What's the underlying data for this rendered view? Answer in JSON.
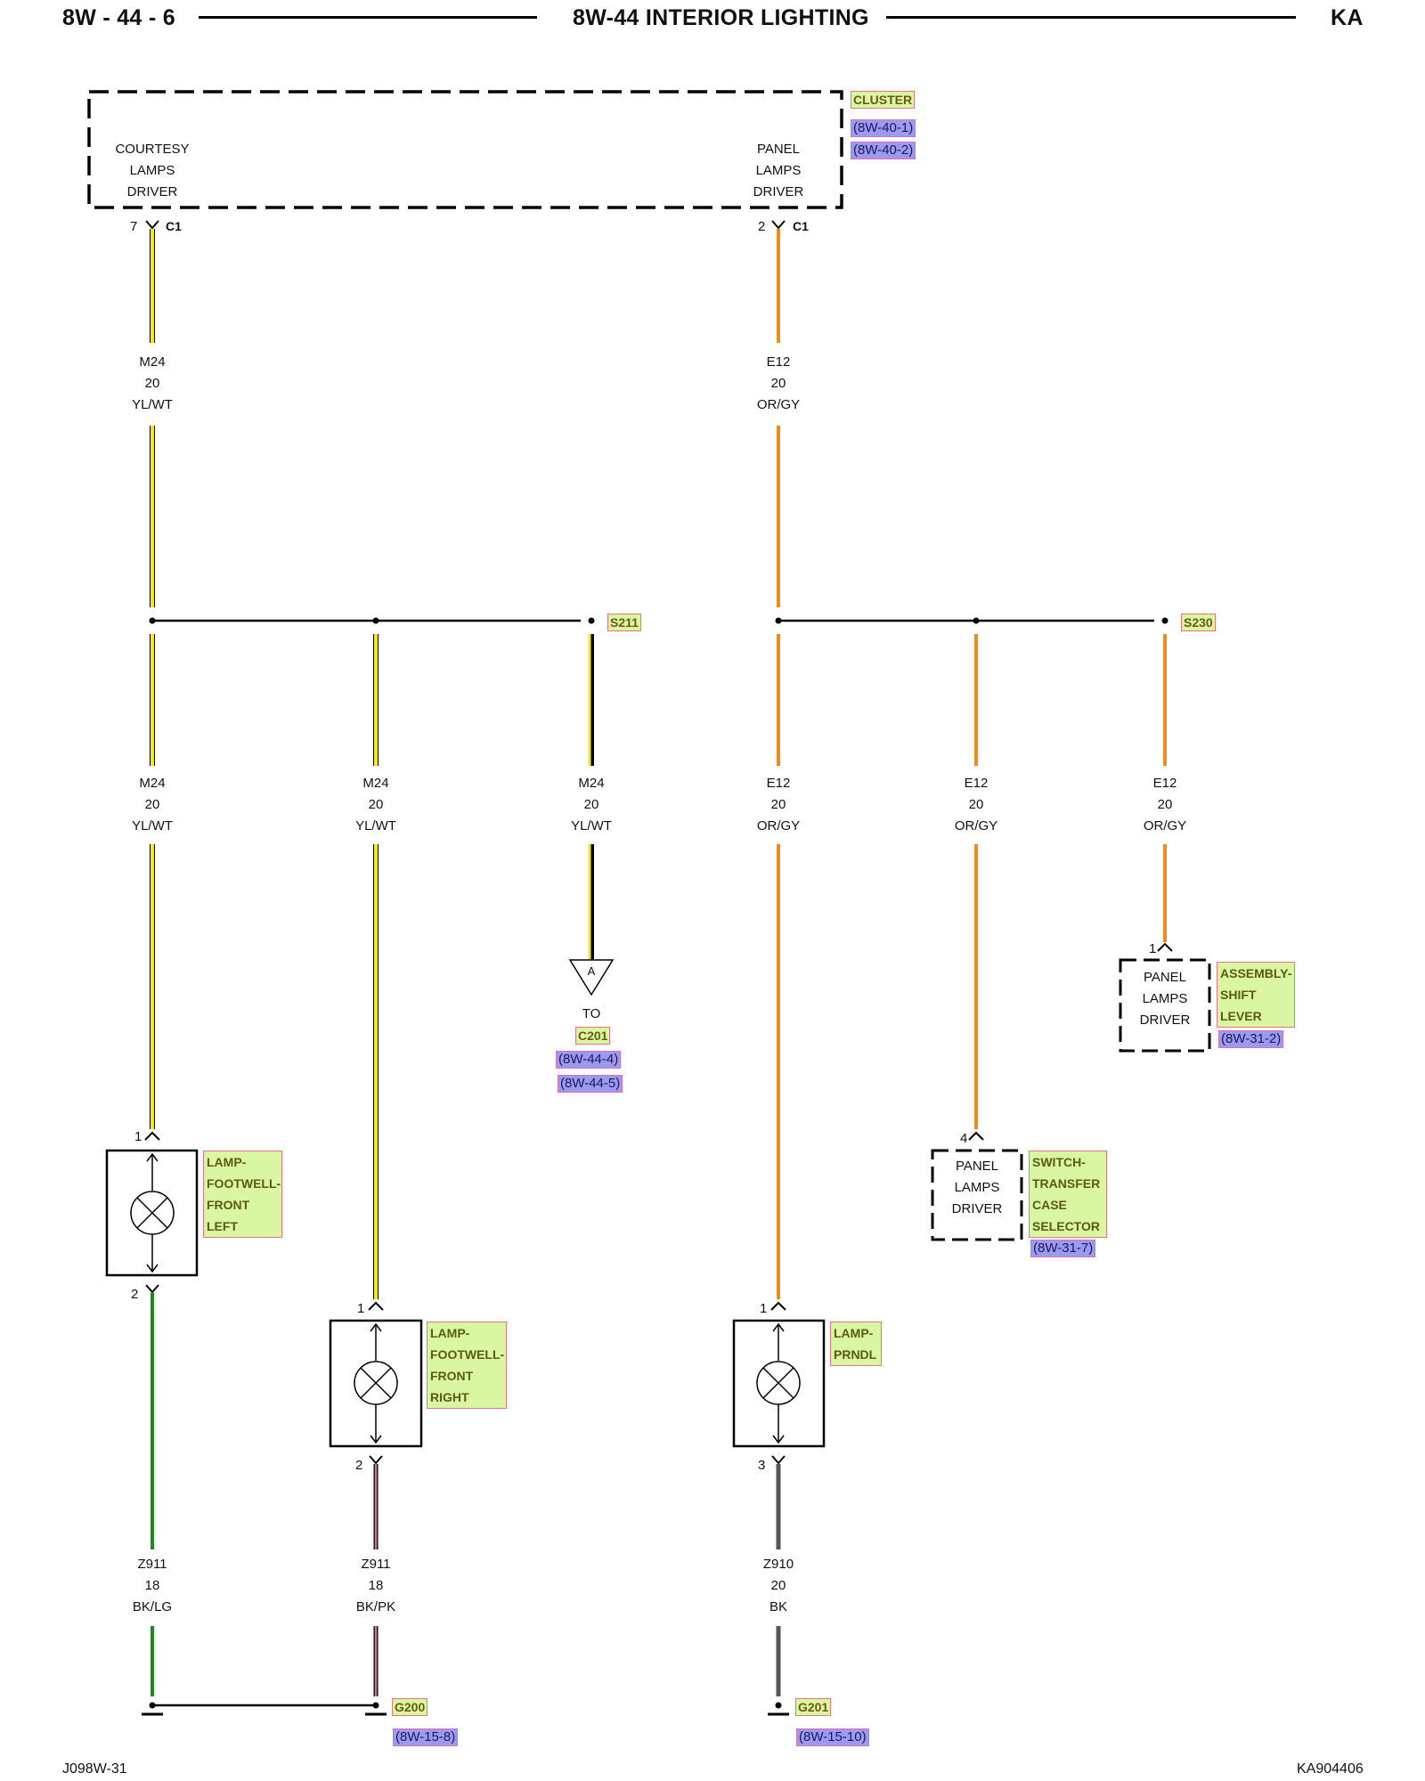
{
  "header": {
    "left": "8W - 44 - 6",
    "center": "8W-44 INTERIOR LIGHTING",
    "right": "KA"
  },
  "footer": {
    "left": "J098W-31",
    "right": "KA904406"
  },
  "cluster": {
    "name": "CLUSTER",
    "refs": [
      "(8W-40-1)",
      "(8W-40-2)"
    ],
    "courtesy": [
      "COURTESY",
      "LAMPS",
      "DRIVER"
    ],
    "panel": [
      "PANEL",
      "LAMPS",
      "DRIVER"
    ],
    "connector": "C1",
    "courtesy_pin": "7",
    "panel_pin": "2"
  },
  "wires": {
    "m24_top": [
      "M24",
      "20",
      "YL/WT"
    ],
    "e12_top": [
      "E12",
      "20",
      "OR/GY"
    ],
    "m24_a": [
      "M24",
      "20",
      "YL/WT"
    ],
    "m24_b": [
      "M24",
      "20",
      "YL/WT"
    ],
    "m24_c": [
      "M24",
      "20",
      "YL/WT"
    ],
    "e12_a": [
      "E12",
      "20",
      "OR/GY"
    ],
    "e12_b": [
      "E12",
      "20",
      "OR/GY"
    ],
    "e12_c": [
      "E12",
      "20",
      "OR/GY"
    ],
    "z911_lg": [
      "Z911",
      "18",
      "BK/LG"
    ],
    "z911_pk": [
      "Z911",
      "18",
      "BK/PK"
    ],
    "z910": [
      "Z910",
      "20",
      "BK"
    ]
  },
  "splices": {
    "s211": "S211",
    "s230": "S230"
  },
  "offpage": {
    "letter": "A",
    "to": "TO",
    "connector": "C201",
    "refs": [
      "(8W-44-4)",
      "(8W-44-5)"
    ]
  },
  "shift_lever": {
    "pin": "1",
    "text": [
      "PANEL",
      "LAMPS",
      "DRIVER"
    ],
    "name": [
      "ASSEMBLY-",
      "SHIFT",
      "LEVER"
    ],
    "ref": "(8W-31-2)"
  },
  "transfer_switch": {
    "pin": "4",
    "text": [
      "PANEL",
      "LAMPS",
      "DRIVER"
    ],
    "name": [
      "SWITCH-",
      "TRANSFER",
      "CASE",
      "SELECTOR"
    ],
    "ref": "(8W-31-7)"
  },
  "lamp_left": {
    "pin_top": "1",
    "pin_bottom": "2",
    "name": [
      "LAMP-",
      "FOOTWELL-",
      "FRONT",
      "LEFT"
    ]
  },
  "lamp_right": {
    "pin_top": "1",
    "pin_bottom": "2",
    "name": [
      "LAMP-",
      "FOOTWELL-",
      "FRONT",
      "RIGHT"
    ]
  },
  "lamp_prndl": {
    "pin_top": "1",
    "pin_bottom": "3",
    "name": [
      "LAMP-",
      "PRNDL"
    ]
  },
  "grounds": {
    "g200": "G200",
    "g200_ref": "(8W-15-8)",
    "g201": "G201",
    "g201_ref": "(8W-15-10)"
  },
  "colors": {
    "yellow": "#f2ea1a",
    "orange": "#f08a1e",
    "green": "#1f8a1f",
    "pink": "#c87a86",
    "gray": "#555555"
  }
}
